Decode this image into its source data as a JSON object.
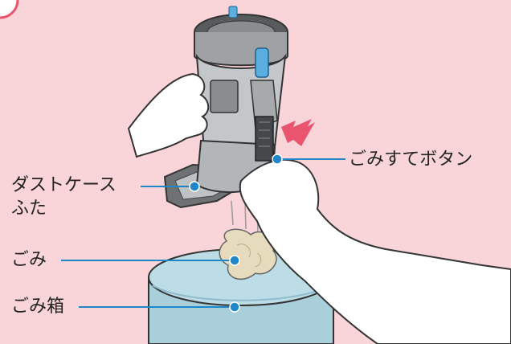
{
  "labels": {
    "dust_case_lid_line1": "ダストケース",
    "dust_case_lid_line2": "ふた",
    "trash_button": "ごみすてボタン",
    "dust": "ごみ",
    "trash_bin": "ごみ箱"
  },
  "colors": {
    "background": "#f9d5d9",
    "leader_line": "#1f86c8",
    "arrow": "#e9556f",
    "bin": "#a9cfdb",
    "dust": "#e6dbbd",
    "case_gray": "#b9bcbf",
    "button_blue": "#5aaee0"
  },
  "icons": {
    "pointer": "pink-arrow-icon"
  }
}
